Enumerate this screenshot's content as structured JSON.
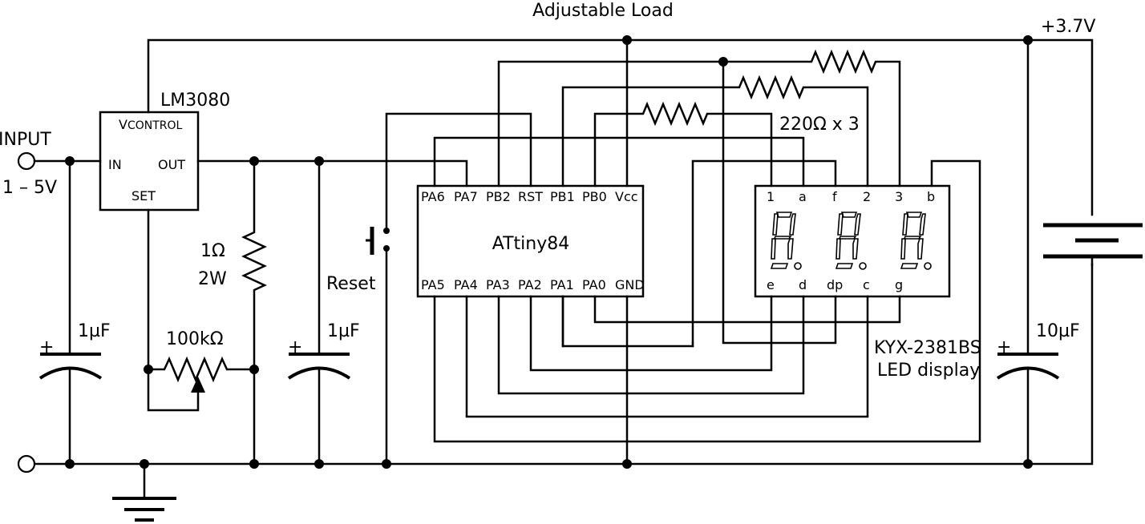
{
  "title": "Adjustable Load",
  "supply": "+3.7V",
  "input": {
    "label": "INPUT",
    "range": "1 – 5V"
  },
  "lm3080": {
    "name": "LM3080",
    "vcontrol_v": "V",
    "vcontrol_sub": "CONTROL",
    "in": "IN",
    "out": "OUT",
    "set": "SET"
  },
  "capacitors": {
    "c1": "1µF",
    "c2": "1µF",
    "c3": "10µF",
    "plus": "+"
  },
  "resistor_sense": {
    "value": "1Ω",
    "power": "2W"
  },
  "potentiometer": "100kΩ",
  "reset": "Reset",
  "segment_resistors": "220Ω x 3",
  "mcu": {
    "name": "ATtiny84",
    "top_pins": [
      "PA6",
      "PA7",
      "PB2",
      "RST",
      "PB1",
      "PB0",
      "Vcc"
    ],
    "bottom_pins": [
      "PA5",
      "PA4",
      "PA3",
      "PA2",
      "PA1",
      "PA0",
      "GND"
    ]
  },
  "display": {
    "part": "KYX-2381BS",
    "desc": "LED display",
    "top_pins": [
      "1",
      "a",
      "f",
      "2",
      "3",
      "b"
    ],
    "bottom_pins": [
      "e",
      "d",
      "dp",
      "c",
      "g"
    ]
  }
}
